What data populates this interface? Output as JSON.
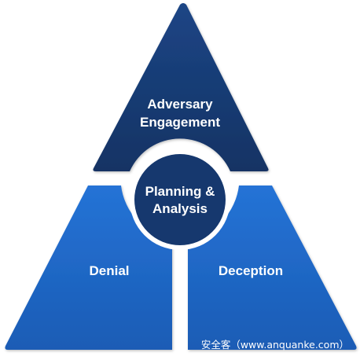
{
  "diagram": {
    "top_label_line1": "Adversary",
    "top_label_line2": "Engagement",
    "center_label_line1": "Planning &",
    "center_label_line2": "Analysis",
    "left_label": "Denial",
    "right_label": "Deception",
    "watermark": "安全客（www.anquanke.com）"
  },
  "colors": {
    "top_section": "#16386e",
    "center_circle": "#16386e",
    "bottom_sections": "#1f67c4",
    "label_text": "#ffffff",
    "background": "#ffffff"
  }
}
